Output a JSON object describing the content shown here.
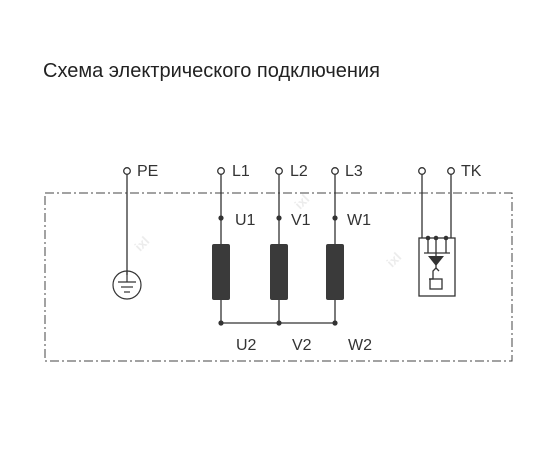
{
  "title": "Схема электрического подключения",
  "labels": {
    "pe": "PE",
    "l1": "L1",
    "l2": "L2",
    "l3": "L3",
    "tk": "TK",
    "u1": "U1",
    "v1": "V1",
    "w1": "W1",
    "u2": "U2",
    "v2": "V2",
    "w2": "W2"
  },
  "colors": {
    "line": "#333333",
    "winding": "#3a3a3a",
    "text": "#333333"
  }
}
